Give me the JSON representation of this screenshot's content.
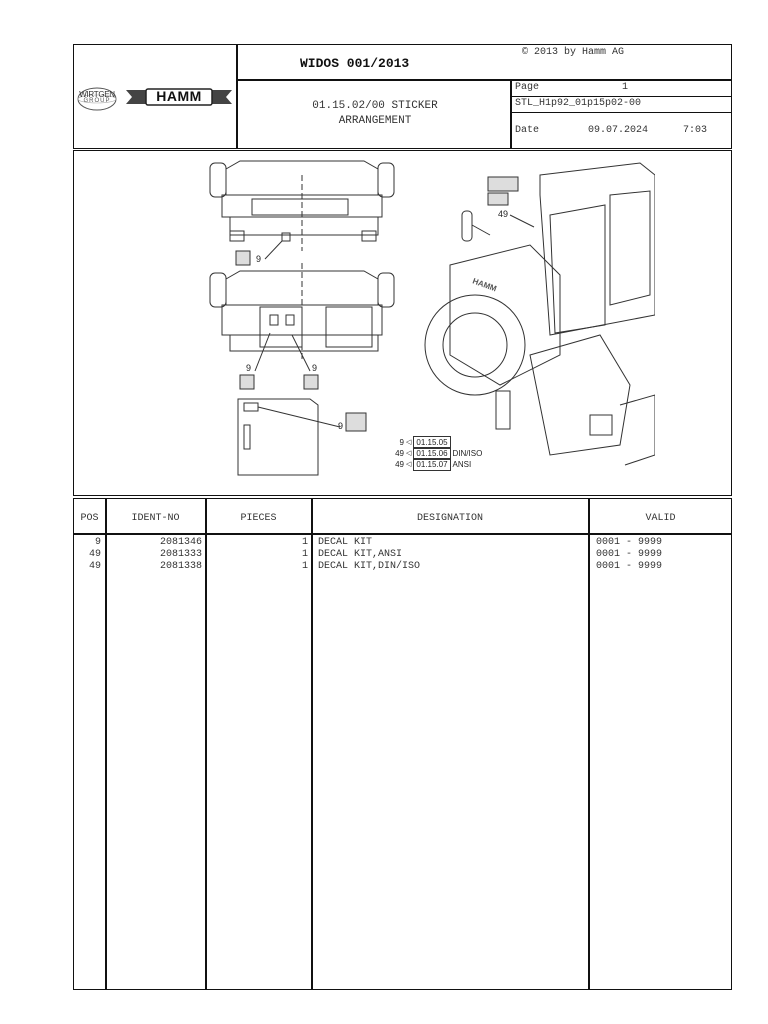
{
  "header": {
    "title": "WIDOS 001/2013",
    "copyright": "© 2013 by Hamm AG",
    "doc_title_line1": "01.15.02/00 STICKER",
    "doc_title_line2": "ARRANGEMENT",
    "page_label": "Page",
    "page_number": "1",
    "file_ref": "STL_H1p92_01p15p02-00",
    "date_label": "Date",
    "date_value": "09.07.2024",
    "time_value": "7:03",
    "logo_wirtgen_line1": "WIRTGEN",
    "logo_wirtgen_line2": "GROUP",
    "logo_hamm": "HAMM"
  },
  "drawing": {
    "callouts": {
      "top_view": "9",
      "mid_left": "9",
      "mid_right": "9",
      "lower_view": "9",
      "side_view": "49"
    },
    "legend": [
      {
        "pos": "9",
        "ref": "01.15.05",
        "note": ""
      },
      {
        "pos": "49",
        "ref": "01.15.06",
        "note": "DIN/ISO"
      },
      {
        "pos": "49",
        "ref": "01.15.07",
        "note": "ANSI"
      }
    ],
    "brand_on_machine": "HAMM"
  },
  "table": {
    "columns": {
      "pos": "POS",
      "ident": "IDENT-NO",
      "pieces": "PIECES",
      "designation": "DESIGNATION",
      "valid": "VALID"
    },
    "rows": [
      {
        "pos": "9",
        "ident": "2081346",
        "pieces": "1",
        "designation": "DECAL KIT",
        "valid": "0001 - 9999"
      },
      {
        "pos": "49",
        "ident": "2081333",
        "pieces": "1",
        "designation": "DECAL KIT,ANSI",
        "valid": "0001 - 9999"
      },
      {
        "pos": "49",
        "ident": "2081338",
        "pieces": "1",
        "designation": "DECAL KIT,DIN/ISO",
        "valid": "0001 - 9999"
      }
    ]
  }
}
